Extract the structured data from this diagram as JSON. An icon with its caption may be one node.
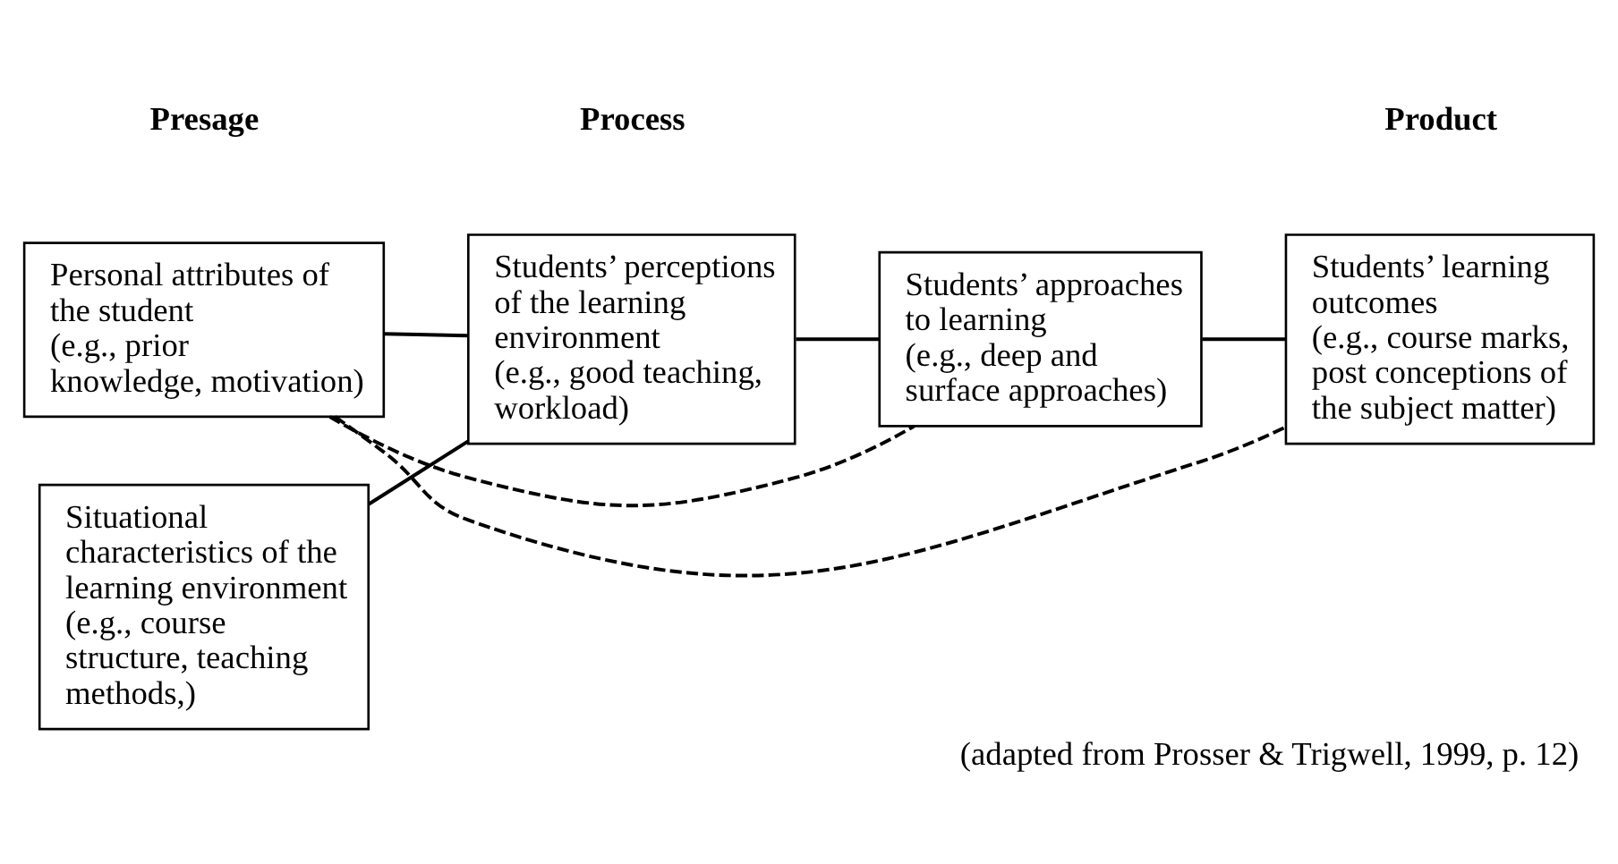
{
  "diagram": {
    "caption": "(adapted from Prosser & Trigwell, 1999, p. 12)",
    "nodes": [
      {
        "text": [
          "Personal attributes of the student",
          "(e.g., prior knowledge, motivation)"
        ]
      },
      {
        "text": [
          "Situational characteristics of the learning environment",
          "(e.g., course structure, teaching methods,)"
        ]
      },
      {
        "text": [
          "Students’ perceptions of the learning environment",
          "(e.g., good teaching, workload)"
        ]
      },
      {
        "text": [
          "Students’ approaches to learning",
          "(e.g., deep and surface approaches)"
        ]
      },
      {
        "text": [
          "Students’ learning outcomes",
          "(e.g., course marks, post conceptions of the subject matter)"
        ]
      }
    ],
    "edges": [
      {
        "from": 0,
        "to": 2,
        "arrow": "none"
      },
      {
        "from": 1,
        "to": 2,
        "arrow": "none"
      },
      {
        "from": 0,
        "to": 3,
        "arrow": "none",
        "style": "dashed"
      },
      {
        "from": 0,
        "to": 4,
        "arrow": "none",
        "style": "dashed"
      },
      {
        "from": 2,
        "to": 3,
        "arrow": "none"
      },
      {
        "from": 3,
        "to": 4,
        "arrow": "none"
      }
    ],
    "labels": [
      "Presage",
      "Process",
      "Product"
    ]
  }
}
